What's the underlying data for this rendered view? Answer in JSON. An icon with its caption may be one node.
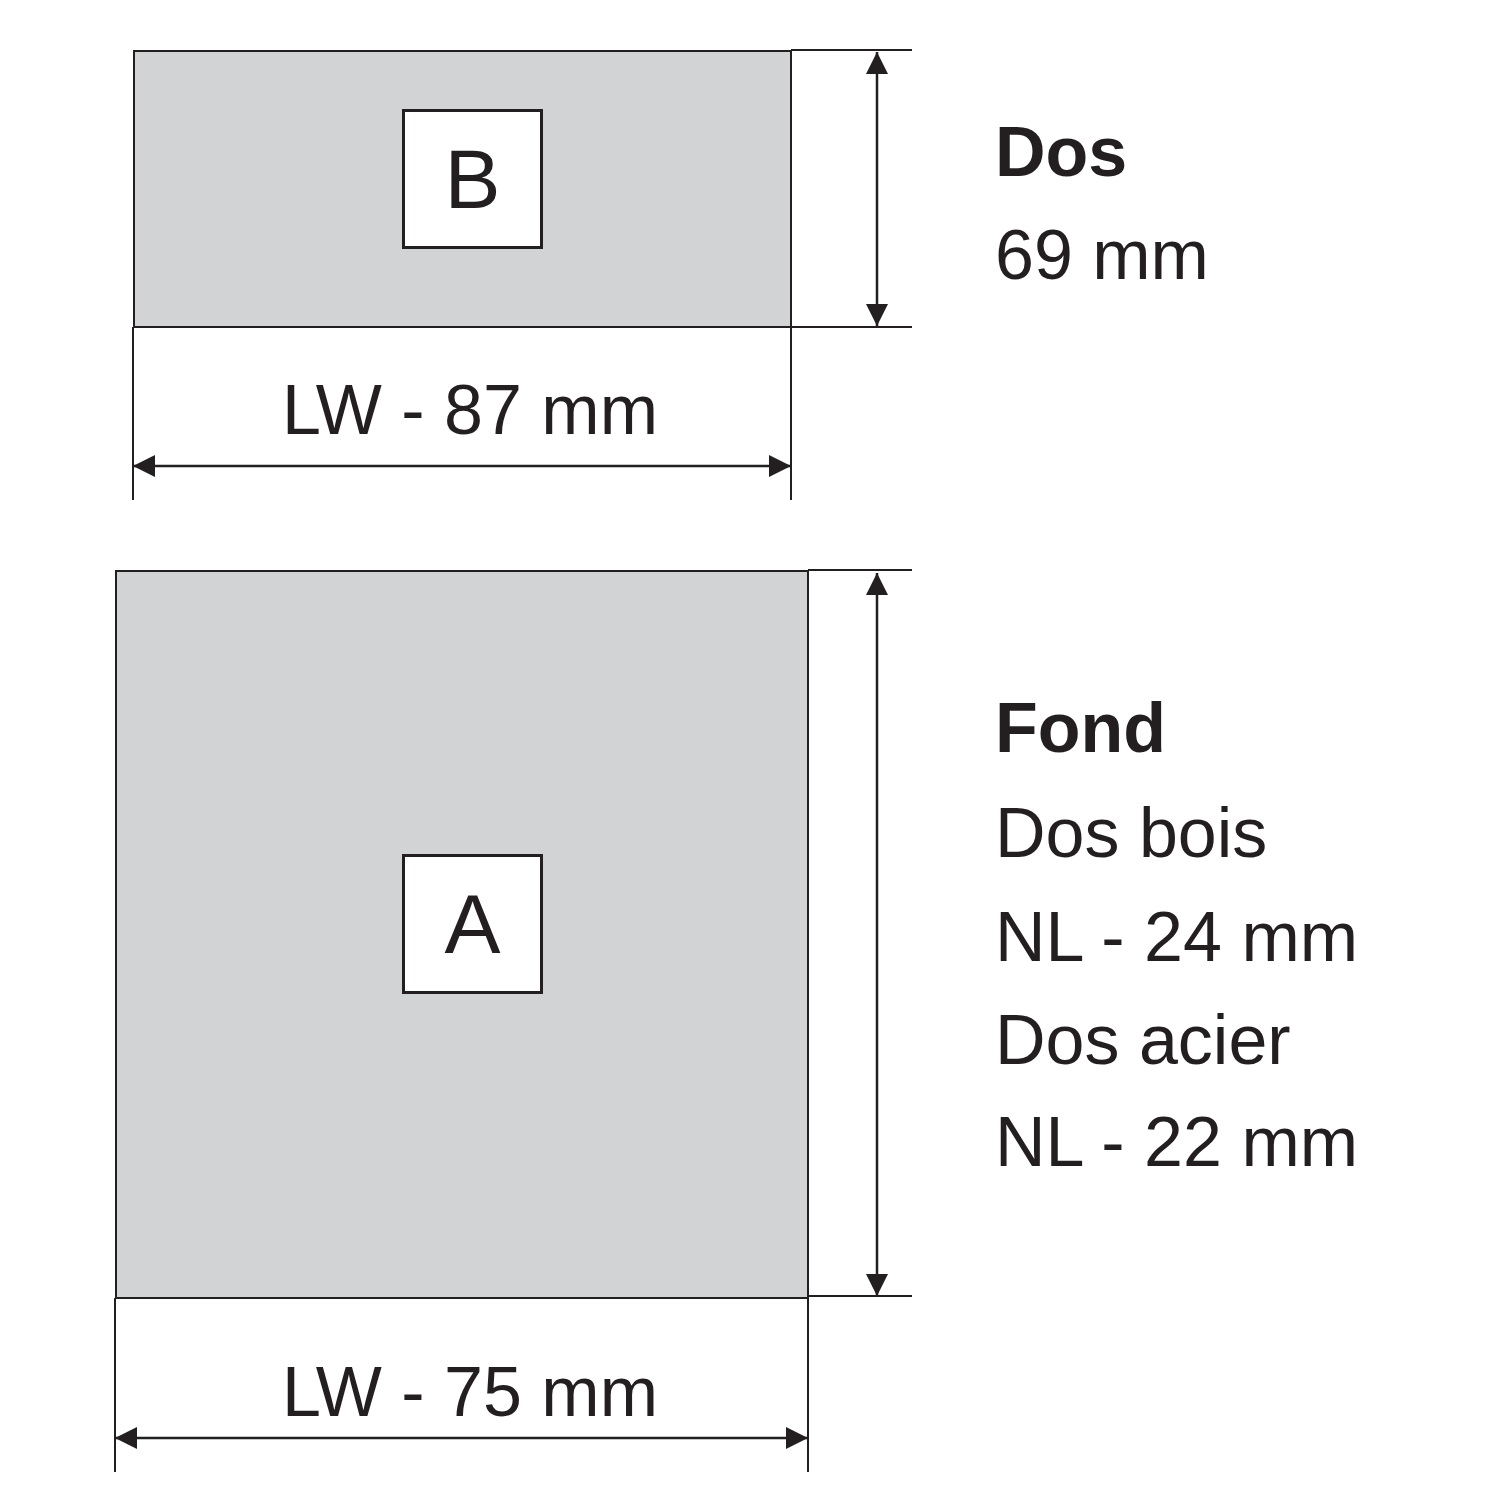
{
  "diagram": {
    "nodes": [
      {
        "text": [],
        "shape": "box"
      },
      {
        "text": [
          "B"
        ],
        "in": 0
      },
      {
        "text": [],
        "shape": "box"
      },
      {
        "text": [
          "A"
        ],
        "in": 2
      }
    ],
    "labels": [
      "Dos",
      "69 mm",
      "LW - 87 mm",
      "Fond",
      "Dos bois",
      "NL - 24 mm",
      "Dos acier",
      "NL - 22 mm",
      "LW - 75 mm"
    ]
  }
}
